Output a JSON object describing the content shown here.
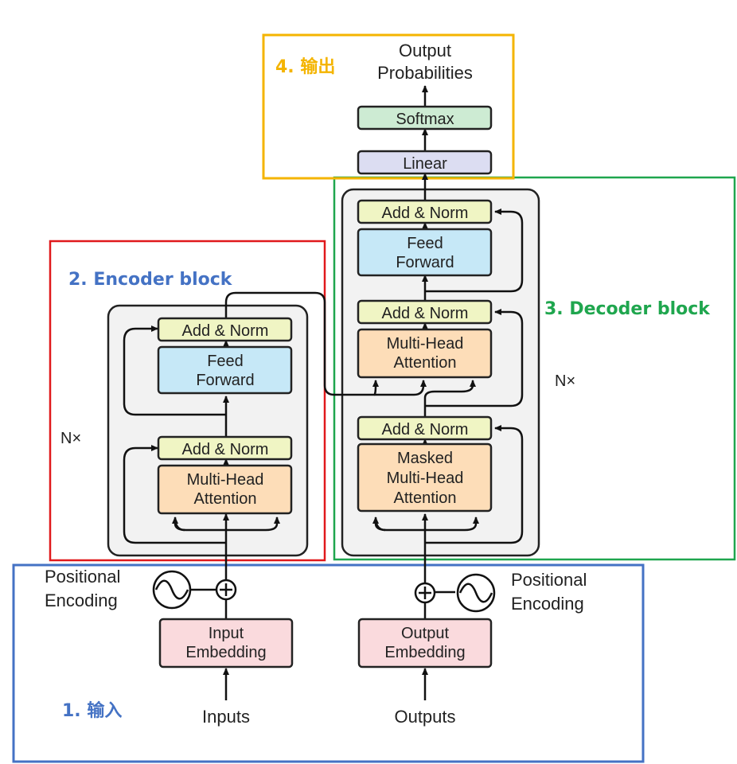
{
  "regions": {
    "input": {
      "label": "1. 输入",
      "color": "#4472C4"
    },
    "encoder": {
      "label": "2. Encoder block",
      "color": "#E0191C"
    },
    "decoder": {
      "label": "3. Decoder block",
      "color": "#1FA64E"
    },
    "output": {
      "label": "4. 输出",
      "color": "#F4B400"
    },
    "encoder_label_color": "#4472C4"
  },
  "encoder": {
    "add_norm_top": "Add & Norm",
    "feed_forward": [
      "Feed",
      "Forward"
    ],
    "add_norm_bottom": "Add & Norm",
    "attention": [
      "Multi-Head",
      "Attention"
    ],
    "repeat": "N×"
  },
  "decoder": {
    "add_norm_top": "Add & Norm",
    "feed_forward": [
      "Feed",
      "Forward"
    ],
    "add_norm_mid": "Add & Norm",
    "cross_attention": [
      "Multi-Head",
      "Attention"
    ],
    "add_norm_bottom": "Add & Norm",
    "masked_attention": [
      "Masked",
      "Multi-Head",
      "Attention"
    ],
    "repeat": "N×"
  },
  "input_side": {
    "positional_encoding": [
      "Positional",
      "Encoding"
    ],
    "embedding": [
      "Input",
      "Embedding"
    ],
    "caption": "Inputs"
  },
  "output_side": {
    "positional_encoding": [
      "Positional",
      "Encoding"
    ],
    "embedding": [
      "Output",
      "Embedding"
    ],
    "caption": "Outputs"
  },
  "head": {
    "linear": "Linear",
    "softmax": "Softmax",
    "output": [
      "Output",
      "Probabilities"
    ]
  },
  "colors": {
    "add_norm": "#F0F5C4",
    "feed_forward": "#C6E8F7",
    "attention": "#FDDDB8",
    "embedding": "#FADADD",
    "linear": "#DCDDF2",
    "softmax": "#CDEBD3",
    "stack_bg": "#F2F2F2"
  }
}
